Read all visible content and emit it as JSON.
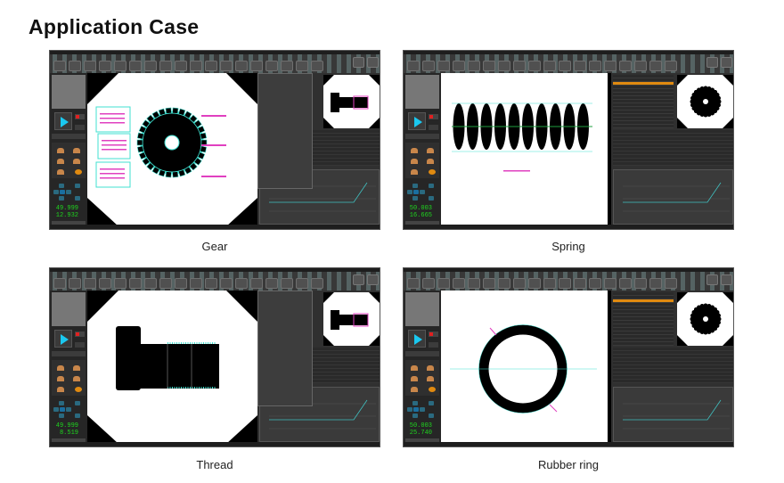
{
  "page": {
    "title": "Application Case"
  },
  "cases": [
    {
      "caption": "Gear",
      "readout_x": "49.999",
      "readout_y": "12.932",
      "view": "gear",
      "accent": "#1ac8f0"
    },
    {
      "caption": "Spring",
      "readout_x": "50.003",
      "readout_y": "16.665",
      "view": "spring",
      "accent": "#1ac8f0"
    },
    {
      "caption": "Thread",
      "readout_x": "49.999",
      "readout_y": "8.519",
      "view": "thread",
      "accent": "#1ac8f0"
    },
    {
      "caption": "Rubber ring",
      "readout_x": "50.003",
      "readout_y": "25.740",
      "view": "ring",
      "accent": "#1ac8f0"
    }
  ],
  "colors": {
    "readout": "#1fd61f",
    "annotation": "#e040c0",
    "measure": "#40e0d0",
    "highlight": "#e08a10"
  }
}
